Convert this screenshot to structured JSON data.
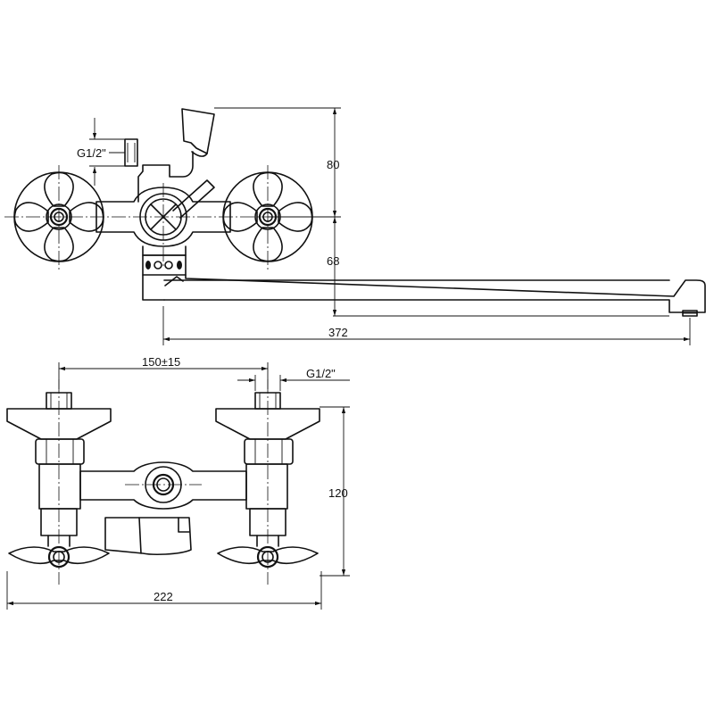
{
  "dimensions": {
    "height_body": "80",
    "height_spout": "68",
    "spout_length": "372",
    "center_distance": "150±15",
    "thread_top": "G1/2\"",
    "thread_side": "G1/2\"",
    "height_front": "120",
    "width_front": "222"
  },
  "colors": {
    "line": "#111111",
    "background": "#ffffff"
  }
}
